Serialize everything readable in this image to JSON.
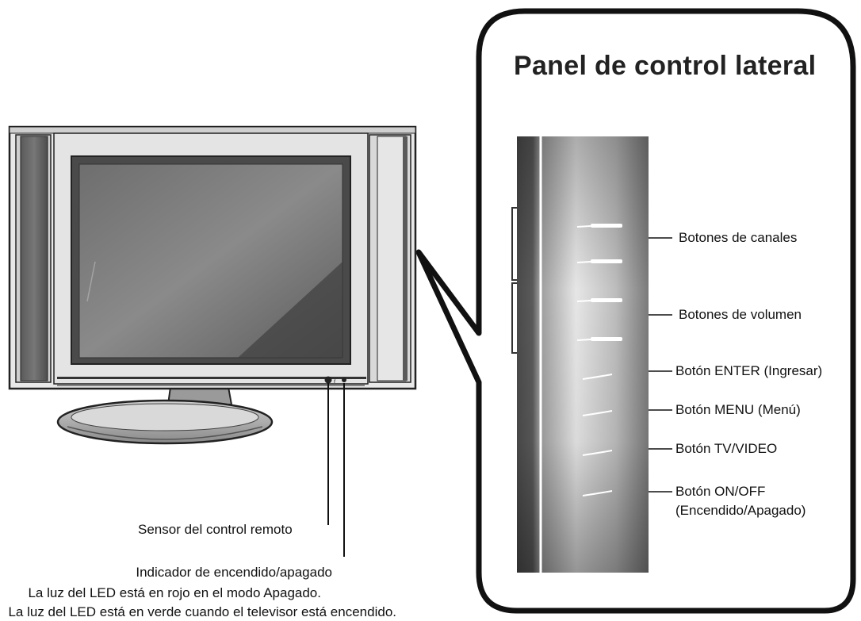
{
  "panel": {
    "title": "Panel de control lateral",
    "buttons": [
      {
        "label": "Botones de canales"
      },
      {
        "label": "Botones de volumen"
      },
      {
        "label": "Botón ENTER (Ingresar)"
      },
      {
        "label": "Botón MENU (Menú)"
      },
      {
        "label": "Botón TV/VIDEO"
      },
      {
        "label": "Botón ON/OFF",
        "sub": "(Encendido/Apagado)"
      }
    ]
  },
  "tv": {
    "sensor_label": "Sensor del control remoto",
    "indicator": {
      "title": "Indicador de encendido/apagado",
      "line1": "La luz del LED está en rojo en el modo Apagado.",
      "line2": "La luz del LED está en verde cuando el televisor está encendido."
    }
  }
}
